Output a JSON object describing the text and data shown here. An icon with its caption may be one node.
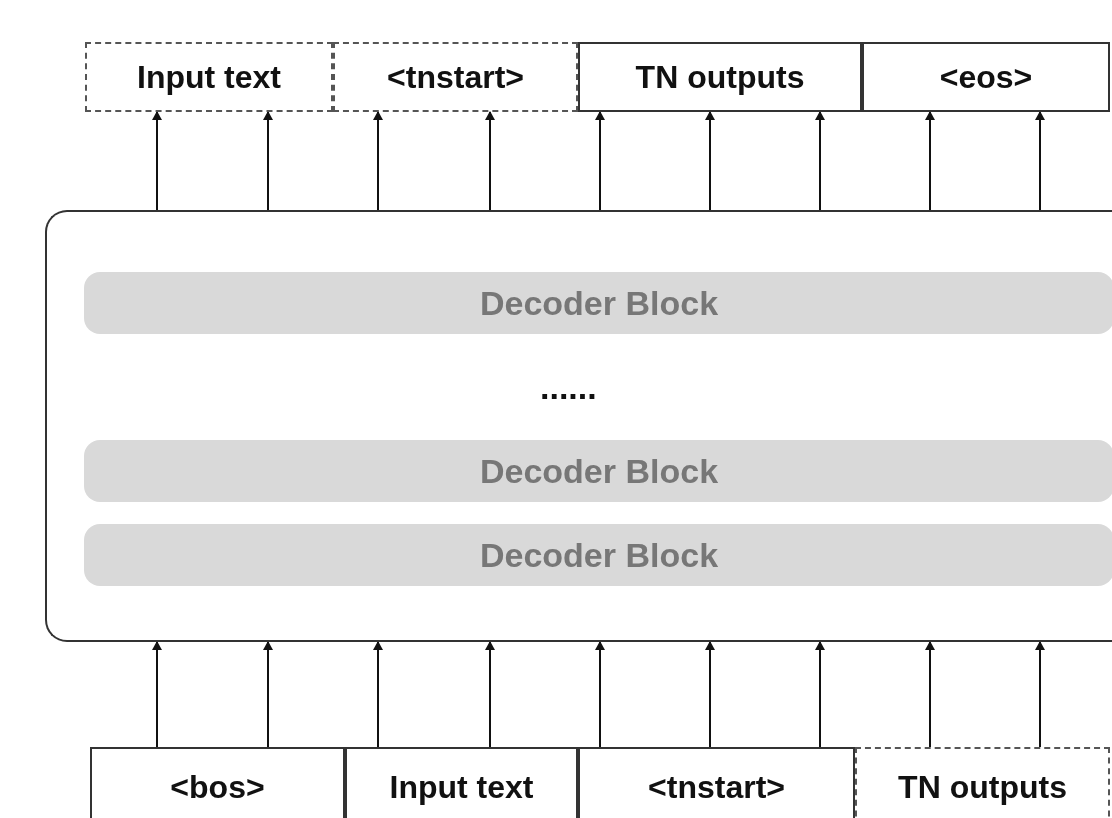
{
  "diagram": {
    "nodes": [
      {
        "text": [
          "Input text"
        ]
      },
      {
        "text": [
          "<tnstart>"
        ]
      },
      {
        "text": [
          "TN outputs"
        ]
      },
      {
        "text": [
          "<eos>"
        ]
      },
      {
        "text": [],
        "shape": "box"
      },
      {
        "text": [
          "Decoder Block"
        ],
        "in": 4
      },
      {
        "text": [
          "Decoder Block"
        ],
        "in": 4
      },
      {
        "text": [
          "Decoder Block"
        ],
        "in": 4
      },
      {
        "text": [
          "<bos>"
        ]
      },
      {
        "text": [
          "Input text"
        ]
      },
      {
        "text": [
          "<tnstart>"
        ]
      },
      {
        "text": [
          "TN outputs"
        ]
      }
    ],
    "edges": [
      {
        "from": 4,
        "to": 0,
        "arrow": "to"
      },
      {
        "from": 4,
        "to": 0,
        "arrow": "to"
      },
      {
        "from": 4,
        "to": 1,
        "arrow": "to"
      },
      {
        "from": 4,
        "to": 1,
        "arrow": "to"
      },
      {
        "from": 4,
        "to": 2,
        "arrow": "to"
      },
      {
        "from": 4,
        "to": 2,
        "arrow": "to"
      },
      {
        "from": 4,
        "to": 2,
        "arrow": "to"
      },
      {
        "from": 4,
        "to": 3,
        "arrow": "to"
      },
      {
        "from": 4,
        "to": 3,
        "arrow": "to"
      },
      {
        "from": 8,
        "to": 4,
        "arrow": "to"
      },
      {
        "from": 8,
        "to": 4,
        "arrow": "to"
      },
      {
        "from": 9,
        "to": 4,
        "arrow": "to"
      },
      {
        "from": 9,
        "to": 4,
        "arrow": "to"
      },
      {
        "from": 10,
        "to": 4,
        "arrow": "to"
      },
      {
        "from": 10,
        "to": 4,
        "arrow": "to"
      },
      {
        "from": 10,
        "to": 4,
        "arrow": "to"
      },
      {
        "from": 11,
        "to": 4,
        "arrow": "to"
      },
      {
        "from": 11,
        "to": 4,
        "arrow": "to"
      }
    ],
    "labels": [
      "......"
    ]
  }
}
